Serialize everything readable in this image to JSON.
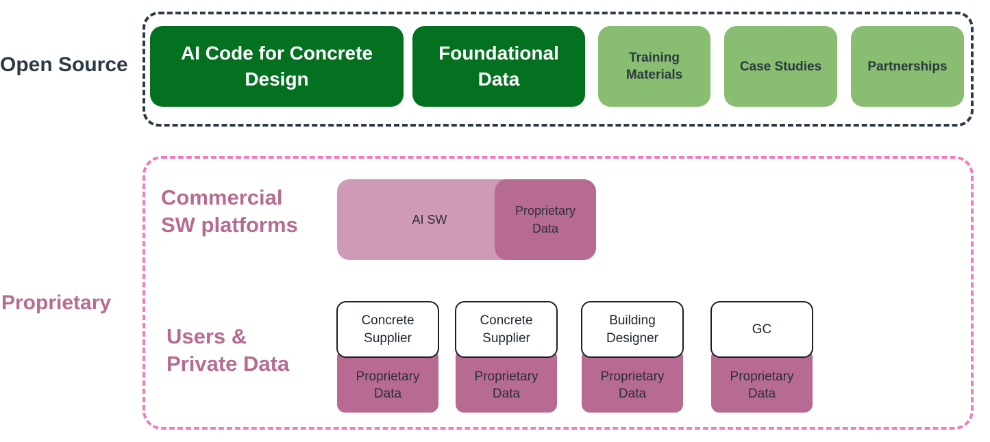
{
  "open_source": {
    "label": "Open Source",
    "items": [
      {
        "text": "AI Code for Concrete Design",
        "style": "dark"
      },
      {
        "text": "Foundational Data",
        "style": "dark"
      },
      {
        "text": "Training Materials",
        "style": "light"
      },
      {
        "text": "Case Studies",
        "style": "light"
      },
      {
        "text": "Partnerships",
        "style": "light"
      }
    ]
  },
  "proprietary": {
    "label": "Proprietary",
    "commercial": {
      "label": "Commercial SW platforms",
      "software": "AI SW",
      "data": "Proprietary Data"
    },
    "users": {
      "label": "Users & Private Data",
      "entities": [
        {
          "name": "Concrete Supplier",
          "data": "Proprietary Data"
        },
        {
          "name": "Concrete Supplier",
          "data": "Proprietary Data"
        },
        {
          "name": "Building Designer",
          "data": "Proprietary Data"
        },
        {
          "name": "GC",
          "data": "Proprietary Data"
        }
      ]
    }
  },
  "colors": {
    "open_source_frame": "#2d3a45",
    "proprietary_frame": "#f47ac0",
    "dark_green": "#03711f",
    "light_green": "#89bd72",
    "light_mauve": "#cf9ab5",
    "mauve": "#b86b92"
  }
}
